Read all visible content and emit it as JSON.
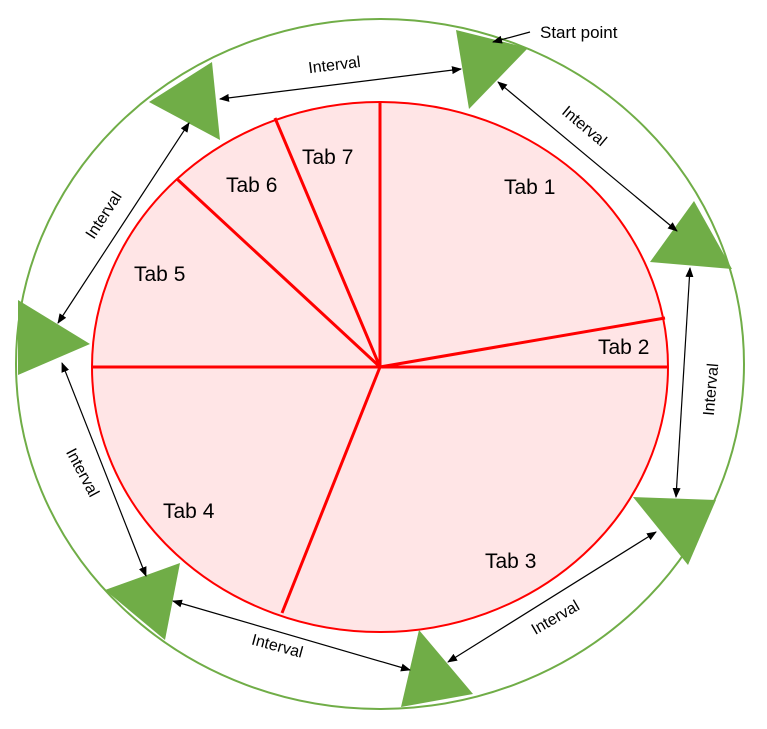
{
  "diagram": {
    "start_label": "Start point",
    "interval_label": "Interval",
    "tabs": [
      {
        "label": "Tab 1"
      },
      {
        "label": "Tab 2"
      },
      {
        "label": "Tab 3"
      },
      {
        "label": "Tab 4"
      },
      {
        "label": "Tab 5"
      },
      {
        "label": "Tab 6"
      },
      {
        "label": "Tab 7"
      }
    ]
  },
  "colors": {
    "outer_ring": "#70AD47",
    "marker_fill": "#70AD47",
    "pie_fill": "#FFE5E6",
    "pie_stroke": "#FF0000",
    "arrow": "#000000"
  }
}
